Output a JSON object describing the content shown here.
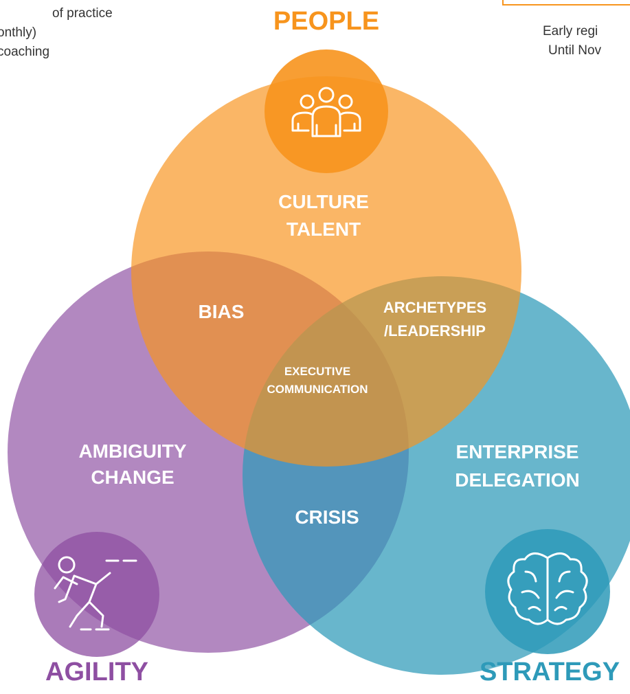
{
  "top_left_text": [
    "of practice",
    "onthly)",
    "coaching"
  ],
  "top_right_text": [
    "Early regi",
    "Until Nov"
  ],
  "colors": {
    "people": "#f7941d",
    "agility": "#8e4fa2",
    "strategy": "#2e9ab9",
    "text_dark": "#333333"
  },
  "titles": {
    "people": "PEOPLE",
    "agility": "AGILITY",
    "strategy": "STRATEGY"
  },
  "icons": {
    "people": "people-group-icon",
    "agility": "running-person-icon",
    "strategy": "brain-icon"
  },
  "regions": {
    "people": [
      "CULTURE",
      "TALENT"
    ],
    "agility": [
      "AMBIGUITY",
      "CHANGE"
    ],
    "strategy": [
      "ENTERPRISE",
      "DELEGATION"
    ],
    "people_agility": "BIAS",
    "people_strategy": [
      "ARCHETYPES",
      "/LEADERSHIP"
    ],
    "agility_strategy": "CRISIS",
    "center": [
      "EXECUTIVE",
      "COMMUNICATION"
    ]
  }
}
